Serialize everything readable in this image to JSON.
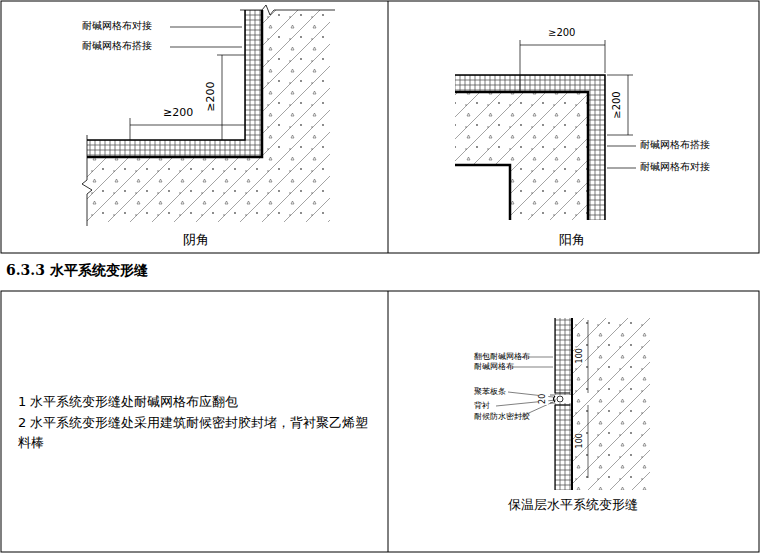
{
  "diagram": {
    "title": "6.3.3 水平系统变形缝",
    "labels": [
      "耐碱网格布对接",
      "耐碱网格布搭接",
      "≥200",
      "≥200",
      "阴角",
      "≥200",
      "≥200",
      "耐碱网格布搭接",
      "耐碱网格布对接",
      "阳角",
      "1 水平系统变形缝处耐碱网格布应翻包",
      "2 水平系统变形缝处采用建筑耐候密封胶封堵，背衬聚乙烯塑料棒",
      "翻包耐碱网格布",
      "耐碱网格布",
      "聚苯板条",
      "背衬",
      "耐候防水密封胶",
      "20",
      "100",
      "100",
      "保温层水平系统变形缝"
    ]
  }
}
